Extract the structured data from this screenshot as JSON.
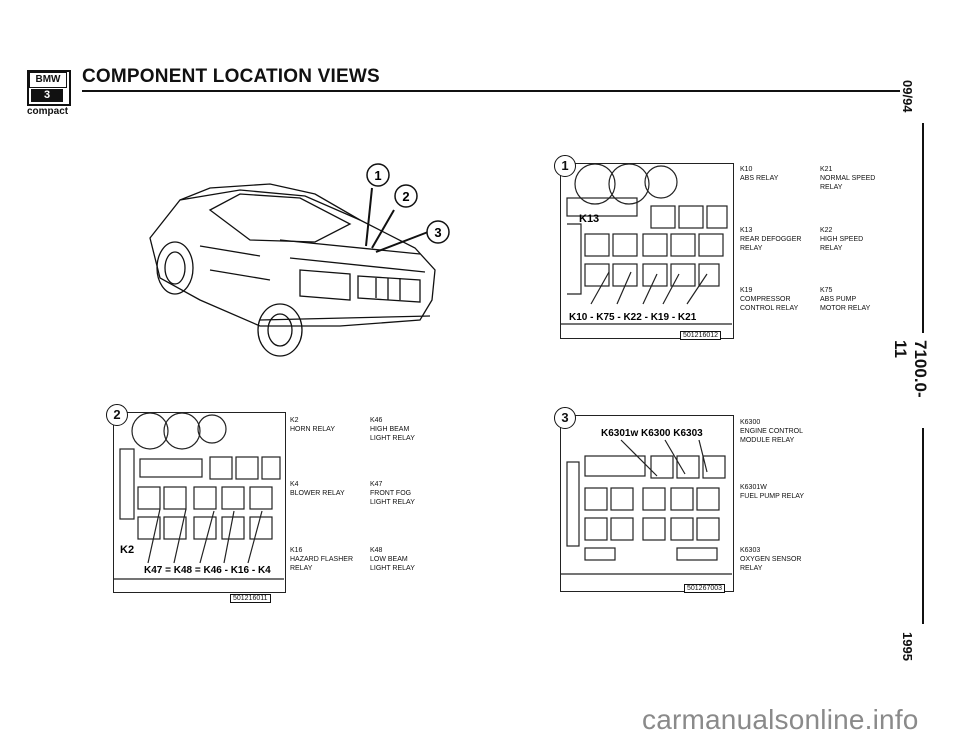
{
  "header": {
    "logo_top": "BMW",
    "logo_bottom": "3",
    "model": "compact",
    "title": "COMPONENT LOCATION VIEWS"
  },
  "side": {
    "date": "09/94",
    "page": "7100.0-11",
    "year": "1995"
  },
  "views": [
    {
      "number": "1",
      "figure_id": "501216012",
      "callout": "K10 - K75 - K22 - K19 - K21",
      "top_label": "K13",
      "components": [
        {
          "code": "K10",
          "desc": "ABS RELAY"
        },
        {
          "code": "K21",
          "desc": "NORMAL SPEED RELAY"
        },
        {
          "code": "K13",
          "desc": "REAR DEFOGGER RELAY"
        },
        {
          "code": "K22",
          "desc": "HIGH SPEED RELAY"
        },
        {
          "code": "K19",
          "desc": "COMPRESSOR CONTROL RELAY"
        },
        {
          "code": "K75",
          "desc": "ABS PUMP MOTOR RELAY"
        }
      ]
    },
    {
      "number": "2",
      "figure_id": "501216011",
      "callout": "K47 = K48 = K46 - K16 - K4",
      "top_label": "K2",
      "components": [
        {
          "code": "K2",
          "desc": "HORN RELAY"
        },
        {
          "code": "K46",
          "desc": "HIGH BEAM LIGHT RELAY"
        },
        {
          "code": "K4",
          "desc": "BLOWER RELAY"
        },
        {
          "code": "K47",
          "desc": "FRONT FOG LIGHT RELAY"
        },
        {
          "code": "K16",
          "desc": "HAZARD FLASHER RELAY"
        },
        {
          "code": "K48",
          "desc": "LOW BEAM LIGHT RELAY"
        }
      ]
    },
    {
      "number": "3",
      "figure_id": "501267003",
      "callout": "K6301w  K6300  K6303",
      "components": [
        {
          "code": "K6300",
          "desc": "ENGINE CONTROL MODULE RELAY"
        },
        {
          "code": "K6301w",
          "desc": "FUEL PUMP RELAY"
        },
        {
          "code": "K6303",
          "desc": "OXYGEN SENSOR RELAY"
        }
      ]
    }
  ],
  "car_callouts": [
    "1",
    "2",
    "3"
  ],
  "watermark": "carmanualsonline.info"
}
